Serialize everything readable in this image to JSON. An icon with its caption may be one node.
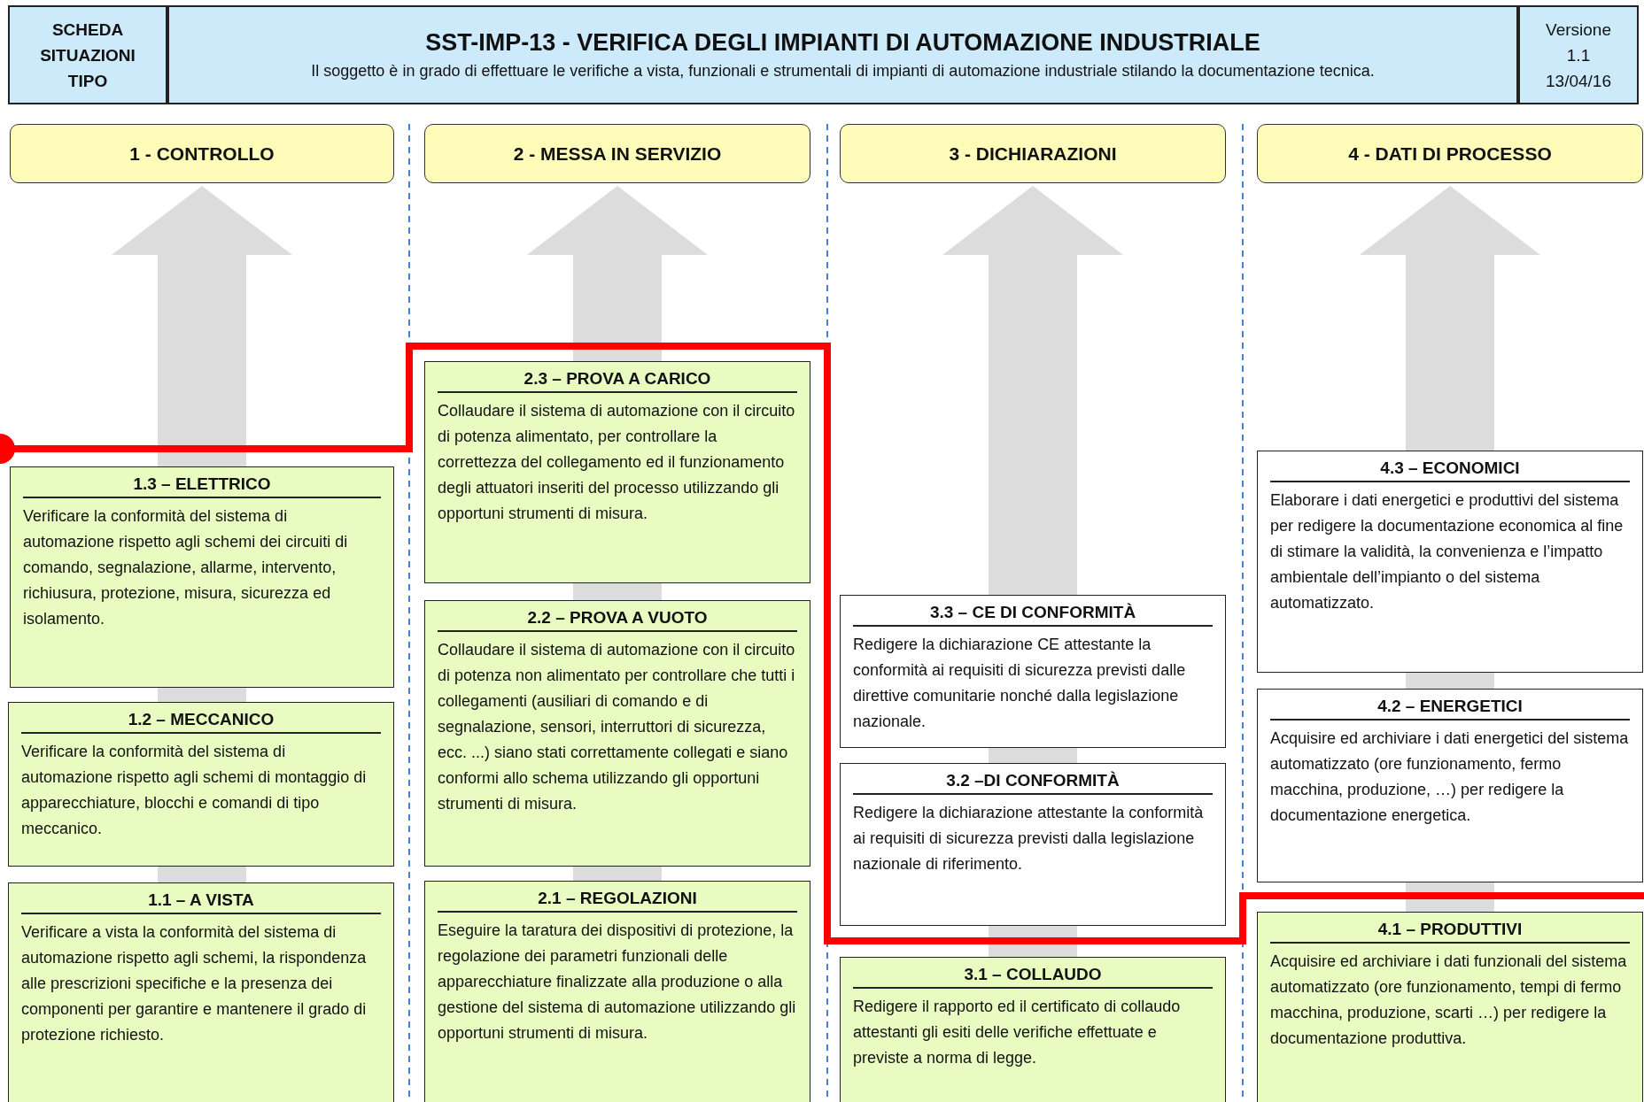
{
  "diagram": {
    "nodes": [
      {
        "text": [
          "SCHEDA SITUAZIONI TIPO"
        ]
      },
      {
        "text": [
          "SST-IMP-13 -  VERIFICA DEGLI IMPIANTI DI AUTOMAZIONE INDUSTRIALE",
          "Il soggetto è in grado di effettuare le verifiche a vista, funzionali e strumentali di impianti di automazione industriale stilando la documentazione tecnica."
        ]
      },
      {
        "text": [
          "Versione",
          "1.1",
          "13/04/16"
        ]
      },
      {
        "text": [
          "1 - CONTROLLO"
        ]
      },
      {
        "text": [
          "2 - MESSA IN SERVIZIO"
        ]
      },
      {
        "text": [
          "3 - DICHIARAZIONI"
        ]
      },
      {
        "text": [
          "4 - DATI DI PROCESSO"
        ]
      },
      {
        "text": [
          "1.3 – ELETTRICO",
          "Verificare la conformità del sistema di automazione rispetto agli schemi dei circuiti di comando, segnalazione, allarme, intervento, richiusura, protezione, misura, sicurezza ed isolamento."
        ]
      },
      {
        "text": [
          "1.2 – MECCANICO",
          "Verificare la conformità del sistema di automazione rispetto agli schemi di montaggio di apparecchiature, blocchi e comandi di tipo meccanico."
        ]
      },
      {
        "text": [
          "1.1 – A VISTA",
          "Verificare a vista la conformità del sistema di automazione rispetto agli schemi, la rispondenza alle prescrizioni specifiche e la presenza dei componenti per garantire e mantenere il grado di protezione richiesto."
        ]
      },
      {
        "text": [
          "2.3 – PROVA A CARICO",
          "Collaudare il sistema di automazione con il circuito di potenza alimentato, per controllare la correttezza del collegamento ed il funzionamento degli attuatori inseriti del processo utilizzando gli opportuni strumenti di misura."
        ]
      },
      {
        "text": [
          "2.2 – PROVA A VUOTO",
          "Collaudare il sistema di automazione con il circuito di potenza non alimentato per controllare che tutti i collegamenti (ausiliari di comando e di segnalazione, sensori, interruttori di sicurezza, ecc. ...) siano stati correttamente collegati e siano conformi allo schema utilizzando gli opportuni strumenti di misura."
        ]
      },
      {
        "text": [
          "2.1 – REGOLAZIONI",
          "Eseguire la taratura dei dispositivi di protezione, la regolazione dei parametri funzionali delle apparecchiature finalizzate alla produzione o alla gestione del sistema di automazione utilizzando gli opportuni strumenti di misura."
        ]
      },
      {
        "text": [
          "3.3 – CE DI CONFORMITÀ",
          "Redigere la dichiarazione CE attestante la conformità ai requisiti di sicurezza previsti dalle direttive comunitarie nonché dalla legislazione nazionale."
        ]
      },
      {
        "text": [
          "3.2 –DI CONFORMITÀ",
          "Redigere la dichiarazione attestante la conformità ai requisiti di sicurezza previsti dalla legislazione nazionale di riferimento."
        ]
      },
      {
        "text": [
          "3.1 – COLLAUDO",
          "Redigere il rapporto ed il certificato di collaudo attestanti gli esiti delle verifiche effettuate e previste a norma di legge."
        ]
      },
      {
        "text": [
          "4.3 – ECONOMICI",
          "Elaborare i dati energetici e produttivi del sistema per redigere la documentazione economica al fine di stimare la validità, la convenienza e l’impatto ambientale dell’impianto o del sistema automatizzato."
        ]
      },
      {
        "text": [
          "4.2 – ENERGETICI",
          "Acquisire ed archiviare i dati energetici del sistema automatizzato (ore funzionamento, fermo macchina, produzione, …) per redigere la documentazione energetica."
        ]
      },
      {
        "text": [
          "4.1 – PRODUTTIVI",
          "Acquisire ed archiviare i dati funzionali del sistema automatizzato (ore funzionamento, tempi di fermo macchina, produzione, scarti …) per redigere la documentazione produttiva."
        ]
      }
    ]
  }
}
